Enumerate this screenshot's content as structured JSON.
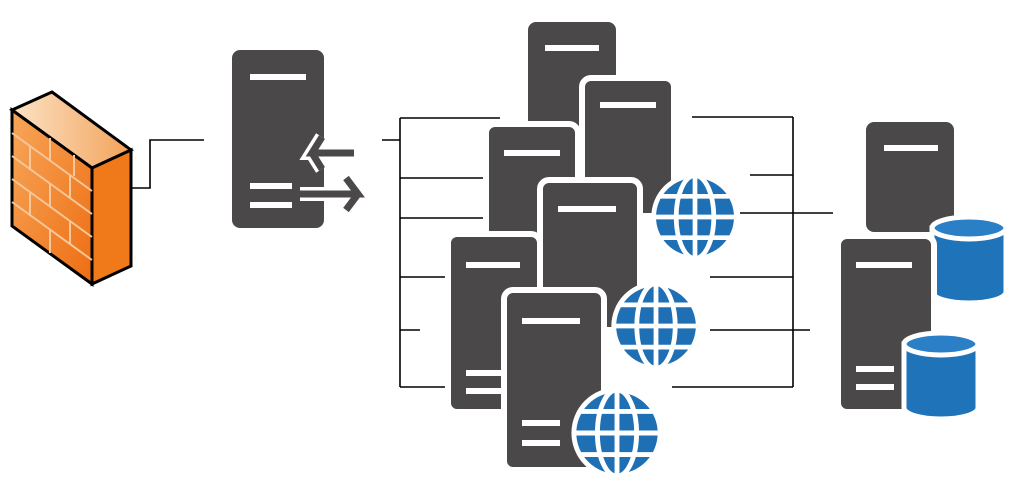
{
  "diagram": {
    "type": "network-architecture",
    "colors": {
      "server_body": "#4a4848",
      "server_outline": "#ffffff",
      "server_slot": "#ffffff",
      "line": "#000000",
      "globe_fill": "#1f6fb5",
      "globe_lines": "#ffffff",
      "db_fill": "#1f73b9",
      "db_top": "#2a7fc6",
      "firewall_fill": "#f07a1a",
      "firewall_light": "#f8b57a",
      "firewall_mortar": "#f6c79a",
      "firewall_outline": "#000000"
    },
    "nodes": [
      {
        "id": "firewall",
        "kind": "firewall",
        "icon": "brick-wall-icon"
      },
      {
        "id": "load-balancer",
        "kind": "load-balancer-server",
        "icon": "bidirectional-arrows-icon"
      },
      {
        "id": "web-server-1",
        "kind": "server",
        "icon": "server-icon"
      },
      {
        "id": "web-server-2",
        "kind": "web-server",
        "icon": "globe-icon"
      },
      {
        "id": "web-server-3",
        "kind": "server",
        "icon": "server-icon"
      },
      {
        "id": "web-server-4",
        "kind": "web-server",
        "icon": "globe-icon"
      },
      {
        "id": "web-server-5",
        "kind": "server",
        "icon": "server-icon"
      },
      {
        "id": "web-server-6",
        "kind": "web-server",
        "icon": "globe-icon"
      },
      {
        "id": "db-server-1",
        "kind": "database-server",
        "icon": "database-icon"
      },
      {
        "id": "db-server-2",
        "kind": "database-server",
        "icon": "database-icon"
      }
    ],
    "edges": [
      {
        "from": "firewall",
        "to": "load-balancer"
      },
      {
        "from": "load-balancer",
        "to": "web-server-1"
      },
      {
        "from": "load-balancer",
        "to": "web-server-2"
      },
      {
        "from": "load-balancer",
        "to": "web-server-3"
      },
      {
        "from": "load-balancer",
        "to": "web-server-4"
      },
      {
        "from": "load-balancer",
        "to": "web-server-5"
      },
      {
        "from": "load-balancer",
        "to": "web-server-6"
      },
      {
        "from": "web-server-2",
        "to": "db-server-1"
      },
      {
        "from": "web-server-4",
        "to": "db-server-1"
      },
      {
        "from": "web-server-6",
        "to": "db-server-2"
      }
    ]
  }
}
